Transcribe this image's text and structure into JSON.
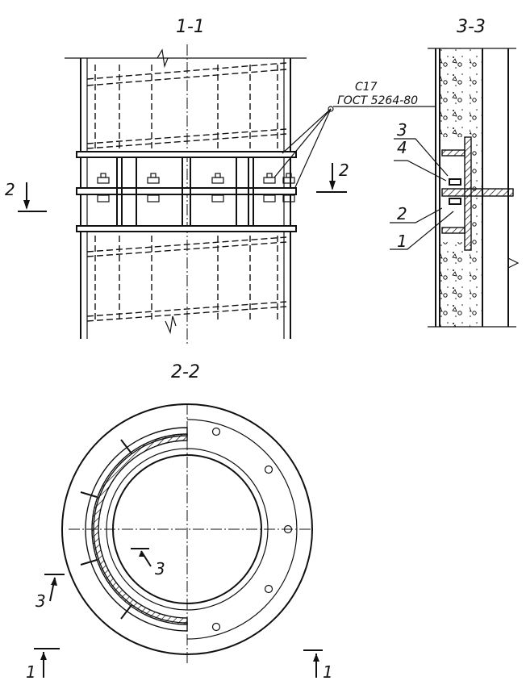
{
  "sections": {
    "s11": "1-1",
    "s33": "3-3",
    "s22": "2-2"
  },
  "weld_note": {
    "line1": "С17",
    "line2": "ГОСТ 5264-80"
  },
  "callouts": [
    "3",
    "4",
    "2",
    "1"
  ],
  "cut_marks": {
    "cut2_left": "2",
    "cut2_right": "2",
    "cut3_inner": "3",
    "cut3_outer": "3",
    "cut1_left": "1",
    "cut1_right": "1"
  }
}
